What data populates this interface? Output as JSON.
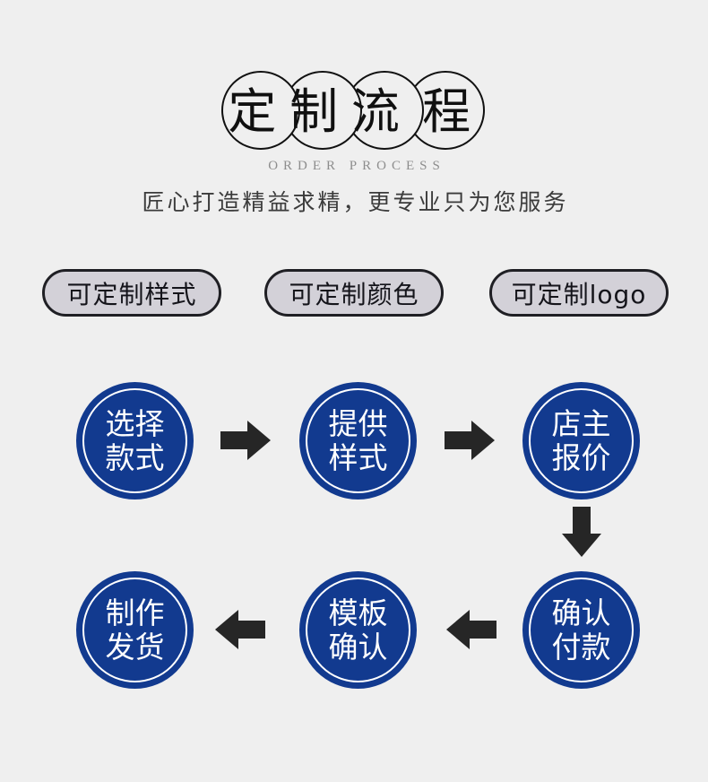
{
  "page": {
    "background_color": "#efefef",
    "accent_color": "#123a8f",
    "arrow_color": "#262626",
    "tag_fill_color": "#d3d1d8",
    "tag_border_color": "#1f1f24"
  },
  "header": {
    "title_chars": [
      "定",
      "制",
      "流",
      "程"
    ],
    "title_full": "定制流程",
    "subtitle_en": "ORDER PROCESS",
    "subtitle_cn": "匠心打造精益求精，更专业只为您服务"
  },
  "tags": [
    {
      "label": "可定制样式"
    },
    {
      "label": "可定制颜色"
    },
    {
      "label": "可定制logo"
    }
  ],
  "flow": {
    "steps": [
      {
        "index": 1,
        "label": "选择\n款式",
        "line1": "选择",
        "line2": "款式"
      },
      {
        "index": 2,
        "label": "提供\n样式",
        "line1": "提供",
        "line2": "样式"
      },
      {
        "index": 3,
        "label": "店主\n报价",
        "line1": "店主",
        "line2": "报价"
      },
      {
        "index": 4,
        "label": "确认\n付款",
        "line1": "确认",
        "line2": "付款"
      },
      {
        "index": 5,
        "label": "模板\n确认",
        "line1": "模板",
        "line2": "确认"
      },
      {
        "index": 6,
        "label": "制作\n发货",
        "line1": "制作",
        "line2": "发货"
      }
    ],
    "connectors": [
      {
        "from": 1,
        "to": 2,
        "direction": "right"
      },
      {
        "from": 2,
        "to": 3,
        "direction": "right"
      },
      {
        "from": 3,
        "to": 4,
        "direction": "down"
      },
      {
        "from": 4,
        "to": 5,
        "direction": "left"
      },
      {
        "from": 5,
        "to": 6,
        "direction": "left"
      }
    ]
  }
}
